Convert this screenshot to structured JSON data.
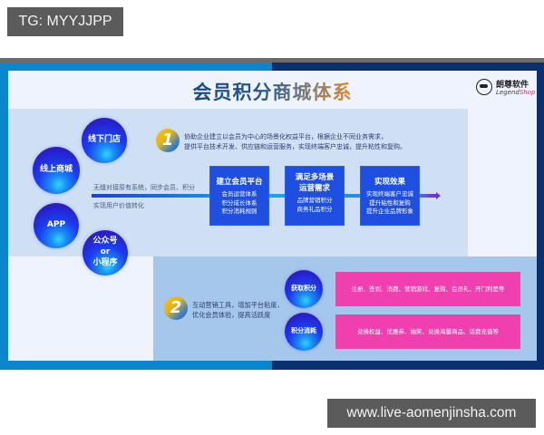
{
  "watermarks": {
    "top": "TG: MYYJJPP",
    "bottom": "www.live-aomenjinsha.com"
  },
  "title": "会员积分商城体系",
  "logo": {
    "cn": "朗尊软件",
    "en_prefix": "Legend",
    "en_suffix": "Shop"
  },
  "channels": [
    {
      "label": "线下门店"
    },
    {
      "label": "线上商城"
    },
    {
      "label": "APP"
    },
    {
      "label_lines": [
        "公众号",
        "or",
        "小程序"
      ]
    }
  ],
  "section1": {
    "badge": "1",
    "desc_lines": [
      "协助企业建立以会员为中心的场景化权益平台，根据企业不同业务需求，",
      "提供平台技术开发、供应链和运营服务，实现终端客户忠诚，提升粘性和复购。"
    ],
    "flow_caption_top": "无缝对接原有系统，同步会员、积分",
    "flow_caption_bottom": "实现用户价值转化",
    "steps": [
      {
        "title_lines": [
          "建立会员平台"
        ],
        "body_lines": [
          "会员运营体系",
          "积分成长体系",
          "积分消耗规则"
        ]
      },
      {
        "title_lines": [
          "满足多场景",
          "运营需求"
        ],
        "body_lines": [
          "品牌营销积分",
          "商务礼品积分"
        ]
      },
      {
        "title_lines": [
          "实现效果"
        ],
        "body_lines": [
          "实现终端客户忠诚",
          "提升粘性和复购",
          "提升企业品牌形象"
        ]
      }
    ]
  },
  "section2": {
    "badge": "2",
    "desc_lines": [
      "互动营销工具，增加平台粘度，",
      "优化会员体验，提高活跃度"
    ],
    "rows": [
      {
        "bubble": "获取积分",
        "text": "注册、签到、消费、营销游戏、复购、会员礼、开门利是等"
      },
      {
        "bubble": "积分消耗",
        "text": "兑换权益、优惠券、抽奖、兑换海量商品、话费充值等"
      }
    ]
  },
  "colors": {
    "frame_blue": "#0b86cd",
    "frame_navy": "#0a3070",
    "step_blue": "#1f4fe0",
    "pink": "#f03fae",
    "title_orange": "#e08a2a"
  }
}
